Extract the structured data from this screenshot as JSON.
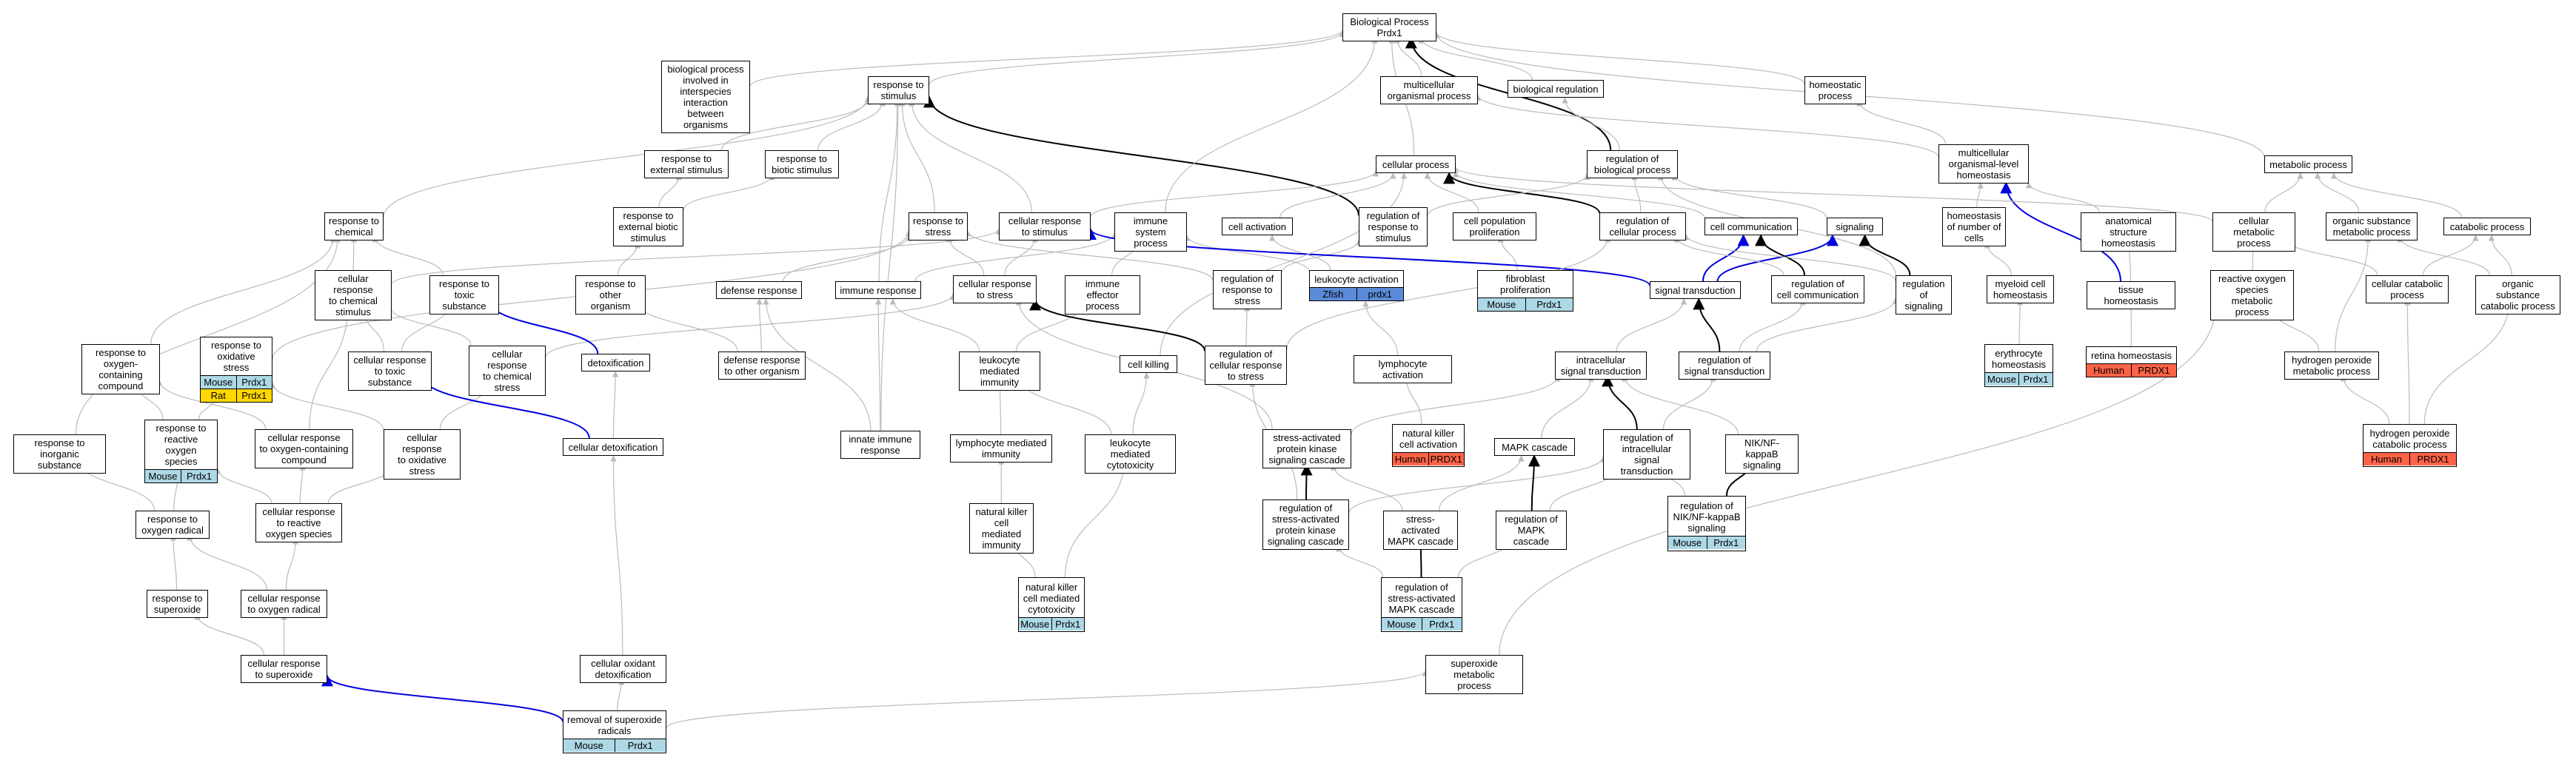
{
  "colors": {
    "edge_default": "#bbbbbb",
    "edge_black": "#000000",
    "edge_blue": "#0000dd",
    "species_mouse": "#add8e6",
    "species_rat": "#ffd700",
    "species_human": "#ff6347",
    "species_zfish": "#5b8bd8"
  },
  "nodes": [
    {
      "id": "bp",
      "label": "Biological Process\nPrdx1"
    },
    {
      "id": "interspecies",
      "label": "biological process\ninvolved in\ninterspecies\ninteraction\nbetween organisms"
    },
    {
      "id": "rstim",
      "label": "response to\nstimulus"
    },
    {
      "id": "multiorg",
      "label": "multicellular\norganismal process"
    },
    {
      "id": "bioreg",
      "label": "biological regulation"
    },
    {
      "id": "homeoproc",
      "label": "homeostatic\nprocess"
    },
    {
      "id": "rext",
      "label": "response to\nexternal stimulus"
    },
    {
      "id": "rbiotic",
      "label": "response to\nbiotic stimulus"
    },
    {
      "id": "cellproc",
      "label": "cellular process"
    },
    {
      "id": "regbp",
      "label": "regulation of\nbiological process"
    },
    {
      "id": "mlhomeo",
      "label": "multicellular\norganismal-level\nhomeostasis"
    },
    {
      "id": "metproc",
      "label": "metabolic process"
    },
    {
      "id": "rchem",
      "label": "response to\nchemical"
    },
    {
      "id": "rextbio",
      "label": "response to\nexternal biotic\nstimulus"
    },
    {
      "id": "rstress",
      "label": "response to\nstress"
    },
    {
      "id": "crstim",
      "label": "cellular response\nto stimulus"
    },
    {
      "id": "immsys",
      "label": "immune system\nprocess"
    },
    {
      "id": "cellact",
      "label": "cell activation"
    },
    {
      "id": "regrstim",
      "label": "regulation of\nresponse to\nstimulus"
    },
    {
      "id": "cellpop",
      "label": "cell population\nproliferation"
    },
    {
      "id": "regcp",
      "label": "regulation of\ncellular process"
    },
    {
      "id": "cellcomm",
      "label": "cell communication"
    },
    {
      "id": "signaling",
      "label": "signaling"
    },
    {
      "id": "homeonum",
      "label": "homeostasis\nof number of\ncells"
    },
    {
      "id": "anatomhomeo",
      "label": "anatomical structure\nhomeostasis"
    },
    {
      "id": "cellmet",
      "label": "cellular metabolic\nprocess"
    },
    {
      "id": "orgsubmet",
      "label": "organic substance\nmetabolic process"
    },
    {
      "id": "catab",
      "label": "catabolic process"
    },
    {
      "id": "crchem",
      "label": "cellular response\nto chemical\nstimulus"
    },
    {
      "id": "rtoxic",
      "label": "response to\ntoxic substance"
    },
    {
      "id": "rother",
      "label": "response to\nother organism"
    },
    {
      "id": "defresp",
      "label": "defense response"
    },
    {
      "id": "immresp",
      "label": "immune response"
    },
    {
      "id": "crstress",
      "label": "cellular response\nto stress"
    },
    {
      "id": "immeff",
      "label": "immune effector\nprocess"
    },
    {
      "id": "regrstress",
      "label": "regulation of\nresponse to\nstress"
    },
    {
      "id": "leukact",
      "label": "leukocyte activation",
      "ann": [
        {
          "t": "Zfish",
          "c": "zfish"
        },
        {
          "t": "prdx1",
          "c": "zfish"
        }
      ]
    },
    {
      "id": "fibroprolif",
      "label": "fibroblast proliferation",
      "ann": [
        {
          "t": "Mouse",
          "c": "mouse"
        },
        {
          "t": "Prdx1",
          "c": "mouse"
        }
      ]
    },
    {
      "id": "sigtrans",
      "label": "signal transduction"
    },
    {
      "id": "regcellcomm",
      "label": "regulation of\ncell communication"
    },
    {
      "id": "regsignaling",
      "label": "regulation of\nsignaling"
    },
    {
      "id": "myeloid",
      "label": "myeloid cell\nhomeostasis"
    },
    {
      "id": "tissuehomeo",
      "label": "tissue homeostasis"
    },
    {
      "id": "ros",
      "label": "reactive oxygen\nspecies metabolic\nprocess"
    },
    {
      "id": "cellcatab",
      "label": "cellular catabolic\nprocess"
    },
    {
      "id": "orgsubcatab",
      "label": "organic substance\ncatabolic process"
    },
    {
      "id": "rocc",
      "label": "response to\noxygen-containing\ncompound"
    },
    {
      "id": "roxstress",
      "label": "response to\noxidative stress",
      "ann": [
        {
          "t": "Mouse",
          "c": "mouse"
        },
        {
          "t": "Prdx1",
          "c": "mouse"
        }
      ],
      "ann2": [
        {
          "t": "Rat",
          "c": "rat"
        },
        {
          "t": "Prdx1",
          "c": "rat"
        }
      ]
    },
    {
      "id": "crtoxic",
      "label": "cellular response\nto toxic substance"
    },
    {
      "id": "crchemstress",
      "label": "cellular response\nto chemical\nstress"
    },
    {
      "id": "detox",
      "label": "detoxification"
    },
    {
      "id": "defother",
      "label": "defense response\nto other organism"
    },
    {
      "id": "leukimm",
      "label": "leukocyte mediated\nimmunity"
    },
    {
      "id": "cellkill",
      "label": "cell killing"
    },
    {
      "id": "regcrstress",
      "label": "regulation of\ncellular response\nto stress"
    },
    {
      "id": "lymphact",
      "label": "lymphocyte activation"
    },
    {
      "id": "intrasig",
      "label": "intracellular\nsignal transduction"
    },
    {
      "id": "regsigtrans",
      "label": "regulation of\nsignal transduction"
    },
    {
      "id": "erythro",
      "label": "erythrocyte\nhomeostasis",
      "ann": [
        {
          "t": "Mouse",
          "c": "mouse"
        },
        {
          "t": "Prdx1",
          "c": "mouse"
        }
      ]
    },
    {
      "id": "retina",
      "label": "retina homeostasis",
      "ann": [
        {
          "t": "Human",
          "c": "human"
        },
        {
          "t": "PRDX1",
          "c": "human"
        }
      ]
    },
    {
      "id": "h2o2met",
      "label": "hydrogen peroxide\nmetabolic process"
    },
    {
      "id": "rinorg",
      "label": "response to\ninorganic substance"
    },
    {
      "id": "rreactive",
      "label": "response to\nreactive oxygen\nspecies",
      "ann": [
        {
          "t": "Mouse",
          "c": "mouse"
        },
        {
          "t": "Prdx1",
          "c": "mouse"
        }
      ]
    },
    {
      "id": "crocc",
      "label": "cellular response\nto oxygen-containing\ncompound"
    },
    {
      "id": "croxstress",
      "label": "cellular response\nto oxidative\nstress"
    },
    {
      "id": "celldetox",
      "label": "cellular detoxification"
    },
    {
      "id": "innate",
      "label": "innate immune\nresponse"
    },
    {
      "id": "lymphimm",
      "label": "lymphocyte mediated\nimmunity"
    },
    {
      "id": "leukcyto",
      "label": "leukocyte mediated\ncytotoxicity"
    },
    {
      "id": "sapk",
      "label": "stress-activated\nprotein kinase\nsignaling cascade"
    },
    {
      "id": "nkact",
      "label": "natural killer\ncell activation",
      "ann": [
        {
          "t": "Human",
          "c": "human"
        },
        {
          "t": "PRDX1",
          "c": "human"
        }
      ]
    },
    {
      "id": "mapk",
      "label": "MAPK cascade"
    },
    {
      "id": "regintra",
      "label": "regulation of\nintracellular\nsignal transduction"
    },
    {
      "id": "nfkb",
      "label": "NIK/NF-kappaB\nsignaling"
    },
    {
      "id": "h2o2catab",
      "label": "hydrogen peroxide\ncatabolic process",
      "ann": [
        {
          "t": "Human",
          "c": "human"
        },
        {
          "t": "PRDX1",
          "c": "human"
        }
      ]
    },
    {
      "id": "roxrad",
      "label": "response to\noxygen radical"
    },
    {
      "id": "crros",
      "label": "cellular response\nto reactive\noxygen species"
    },
    {
      "id": "nkimm",
      "label": "natural killer\ncell mediated\nimmunity"
    },
    {
      "id": "regsapk",
      "label": "regulation of\nstress-activated\nprotein kinase\nsignaling cascade"
    },
    {
      "id": "samapk",
      "label": "stress-activated\nMAPK cascade"
    },
    {
      "id": "regmapk",
      "label": "regulation of\nMAPK cascade"
    },
    {
      "id": "regnfkb",
      "label": "regulation of\nNIK/NF-kappaB\nsignaling",
      "ann": [
        {
          "t": "Mouse",
          "c": "mouse"
        },
        {
          "t": "Prdx1",
          "c": "mouse"
        }
      ]
    },
    {
      "id": "rsuperox",
      "label": "response to\nsuperoxide"
    },
    {
      "id": "croxrad",
      "label": "cellular response\nto oxygen radical"
    },
    {
      "id": "nkcyto",
      "label": "natural killer\ncell mediated\ncytotoxicity",
      "ann": [
        {
          "t": "Mouse",
          "c": "mouse"
        },
        {
          "t": "Prdx1",
          "c": "mouse"
        }
      ]
    },
    {
      "id": "regsamapk",
      "label": "regulation of\nstress-activated\nMAPK cascade",
      "ann": [
        {
          "t": "Mouse",
          "c": "mouse"
        },
        {
          "t": "Prdx1",
          "c": "mouse"
        }
      ]
    },
    {
      "id": "crsuperox",
      "label": "cellular response\nto superoxide"
    },
    {
      "id": "celloxdetox",
      "label": "cellular oxidant\ndetoxification"
    },
    {
      "id": "superoxmet",
      "label": "superoxide metabolic\nprocess"
    },
    {
      "id": "removal",
      "label": "removal of superoxide\nradicals",
      "ann": [
        {
          "t": "Mouse",
          "c": "mouse"
        },
        {
          "t": "Prdx1",
          "c": "mouse"
        }
      ]
    }
  ],
  "edges": [
    [
      "interspecies",
      "bp",
      "g"
    ],
    [
      "rstim",
      "bp",
      "g"
    ],
    [
      "multiorg",
      "bp",
      "g"
    ],
    [
      "bioreg",
      "bp",
      "g"
    ],
    [
      "homeoproc",
      "bp",
      "g"
    ],
    [
      "cellproc",
      "bp",
      "g"
    ],
    [
      "metproc",
      "bp",
      "g"
    ],
    [
      "regbp",
      "bp",
      "k"
    ],
    [
      "rchem",
      "rstim",
      "g"
    ],
    [
      "rext",
      "rstim",
      "g"
    ],
    [
      "rbiotic",
      "rstim",
      "g"
    ],
    [
      "rstress",
      "rstim",
      "g"
    ],
    [
      "crstim",
      "rstim",
      "g"
    ],
    [
      "regrstim",
      "rstim",
      "k"
    ],
    [
      "innate",
      "rstim",
      "g"
    ],
    [
      "rextbio",
      "rext",
      "g"
    ],
    [
      "rextbio",
      "rbiotic",
      "g"
    ],
    [
      "regbp",
      "bioreg",
      "g"
    ],
    [
      "mlhomeo",
      "multiorg",
      "g"
    ],
    [
      "mlhomeo",
      "homeoproc",
      "g"
    ],
    [
      "immsys",
      "bp",
      "g"
    ],
    [
      "cellact",
      "cellproc",
      "g"
    ],
    [
      "crstim",
      "cellproc",
      "g"
    ],
    [
      "cellpop",
      "cellproc",
      "g"
    ],
    [
      "cellcomm",
      "cellproc",
      "g"
    ],
    [
      "regcp",
      "cellproc",
      "k"
    ],
    [
      "regcp",
      "regbp",
      "g"
    ],
    [
      "regrstim",
      "regbp",
      "g"
    ],
    [
      "signaling",
      "regbp",
      "g"
    ],
    [
      "regsignaling",
      "regbp",
      "g"
    ],
    [
      "homeonum",
      "mlhomeo",
      "g"
    ],
    [
      "anatomhomeo",
      "mlhomeo",
      "g"
    ],
    [
      "tissuehomeo",
      "mlhomeo",
      "b"
    ],
    [
      "cellmet",
      "metproc",
      "g"
    ],
    [
      "orgsubmet",
      "metproc",
      "g"
    ],
    [
      "catab",
      "metproc",
      "g"
    ],
    [
      "cellmet",
      "cellproc",
      "g"
    ],
    [
      "crchem",
      "rchem",
      "g"
    ],
    [
      "crchem",
      "crstim",
      "g"
    ],
    [
      "rtoxic",
      "rchem",
      "g"
    ],
    [
      "rocc",
      "rchem",
      "g"
    ],
    [
      "roxstress",
      "rstress",
      "g"
    ],
    [
      "rother",
      "rextbio",
      "g"
    ],
    [
      "defresp",
      "rstress",
      "g"
    ],
    [
      "immresp",
      "immsys",
      "g"
    ],
    [
      "immresp",
      "rstim",
      "g"
    ],
    [
      "crstress",
      "rstress",
      "g"
    ],
    [
      "crstress",
      "crstim",
      "g"
    ],
    [
      "immeff",
      "immsys",
      "g"
    ],
    [
      "regrstress",
      "rstress",
      "g"
    ],
    [
      "regrstress",
      "regrstim",
      "g"
    ],
    [
      "leukact",
      "cellact",
      "g"
    ],
    [
      "leukact",
      "immsys",
      "g"
    ],
    [
      "fibroprolif",
      "cellpop",
      "g"
    ],
    [
      "sigtrans",
      "crstim",
      "b"
    ],
    [
      "sigtrans",
      "cellcomm",
      "b"
    ],
    [
      "sigtrans",
      "signaling",
      "b"
    ],
    [
      "regcellcomm",
      "cellcomm",
      "k"
    ],
    [
      "regcellcomm",
      "regcp",
      "g"
    ],
    [
      "regsignaling",
      "signaling",
      "k"
    ],
    [
      "regsignaling",
      "regcp",
      "g"
    ],
    [
      "myeloid",
      "homeonum",
      "g"
    ],
    [
      "erythro",
      "myeloid",
      "g"
    ],
    [
      "tissuehomeo",
      "anatomhomeo",
      "g"
    ],
    [
      "ros",
      "cellmet",
      "g"
    ],
    [
      "cellcatab",
      "cellmet",
      "g"
    ],
    [
      "cellcatab",
      "catab",
      "g"
    ],
    [
      "orgsubcatab",
      "catab",
      "g"
    ],
    [
      "orgsubcatab",
      "orgsubmet",
      "g"
    ],
    [
      "crtoxic",
      "rtoxic",
      "g"
    ],
    [
      "crtoxic",
      "crchem",
      "g"
    ],
    [
      "crchemstress",
      "crchem",
      "g"
    ],
    [
      "crchemstress",
      "crstress",
      "g"
    ],
    [
      "detox",
      "rtoxic",
      "b"
    ],
    [
      "defother",
      "rother",
      "g"
    ],
    [
      "defother",
      "defresp",
      "g"
    ],
    [
      "innate",
      "defresp",
      "g"
    ],
    [
      "innate",
      "immresp",
      "g"
    ],
    [
      "leukimm",
      "immeff",
      "g"
    ],
    [
      "leukimm",
      "immresp",
      "g"
    ],
    [
      "cellkill",
      "cellproc",
      "g"
    ],
    [
      "regcrstress",
      "crstress",
      "k"
    ],
    [
      "regcrstress",
      "regrstress",
      "g"
    ],
    [
      "regcrstress",
      "regcp",
      "g"
    ],
    [
      "lymphact",
      "leukact",
      "g"
    ],
    [
      "intrasig",
      "sigtrans",
      "g"
    ],
    [
      "regsigtrans",
      "sigtrans",
      "k"
    ],
    [
      "regsigtrans",
      "regcellcomm",
      "g"
    ],
    [
      "regsigtrans",
      "regsignaling",
      "g"
    ],
    [
      "retina",
      "tissuehomeo",
      "g"
    ],
    [
      "h2o2met",
      "ros",
      "g"
    ],
    [
      "h2o2met",
      "orgsubmet",
      "g"
    ],
    [
      "rinorg",
      "rchem",
      "g"
    ],
    [
      "rreactive",
      "rocc",
      "g"
    ],
    [
      "rreactive",
      "roxstress",
      "g"
    ],
    [
      "crocc",
      "rocc",
      "g"
    ],
    [
      "crocc",
      "crchem",
      "g"
    ],
    [
      "croxstress",
      "roxstress",
      "g"
    ],
    [
      "croxstress",
      "crchemstress",
      "g"
    ],
    [
      "celldetox",
      "detox",
      "g"
    ],
    [
      "celldetox",
      "crtoxic",
      "b"
    ],
    [
      "lymphimm",
      "leukimm",
      "g"
    ],
    [
      "leukcyto",
      "leukimm",
      "g"
    ],
    [
      "leukcyto",
      "cellkill",
      "g"
    ],
    [
      "sapk",
      "intrasig",
      "g"
    ],
    [
      "sapk",
      "crstress",
      "g"
    ],
    [
      "nkact",
      "lymphact",
      "g"
    ],
    [
      "mapk",
      "intrasig",
      "g"
    ],
    [
      "regintra",
      "intrasig",
      "k"
    ],
    [
      "regintra",
      "regsigtrans",
      "g"
    ],
    [
      "nfkb",
      "intrasig",
      "g"
    ],
    [
      "h2o2catab",
      "h2o2met",
      "g"
    ],
    [
      "h2o2catab",
      "cellcatab",
      "g"
    ],
    [
      "h2o2catab",
      "orgsubcatab",
      "g"
    ],
    [
      "roxrad",
      "rreactive",
      "g"
    ],
    [
      "roxrad",
      "rinorg",
      "g"
    ],
    [
      "crros",
      "rreactive",
      "g"
    ],
    [
      "crros",
      "crocc",
      "g"
    ],
    [
      "crros",
      "croxstress",
      "g"
    ],
    [
      "nkimm",
      "lymphimm",
      "g"
    ],
    [
      "regsapk",
      "sapk",
      "k"
    ],
    [
      "regsapk",
      "regintra",
      "g"
    ],
    [
      "regsapk",
      "regcrstress",
      "g"
    ],
    [
      "samapk",
      "sapk",
      "g"
    ],
    [
      "samapk",
      "mapk",
      "g"
    ],
    [
      "regmapk",
      "mapk",
      "k"
    ],
    [
      "regmapk",
      "regintra",
      "g"
    ],
    [
      "regnfkb",
      "nfkb",
      "k"
    ],
    [
      "regnfkb",
      "regintra",
      "g"
    ],
    [
      "rsuperox",
      "roxrad",
      "g"
    ],
    [
      "croxrad",
      "roxrad",
      "g"
    ],
    [
      "croxrad",
      "crros",
      "g"
    ],
    [
      "nkcyto",
      "leukcyto",
      "g"
    ],
    [
      "nkcyto",
      "nkimm",
      "g"
    ],
    [
      "regsamapk",
      "samapk",
      "k"
    ],
    [
      "regsamapk",
      "regsapk",
      "g"
    ],
    [
      "regsamapk",
      "regmapk",
      "g"
    ],
    [
      "crsuperox",
      "rsuperox",
      "g"
    ],
    [
      "crsuperox",
      "croxrad",
      "g"
    ],
    [
      "celloxdetox",
      "celldetox",
      "g"
    ],
    [
      "superoxmet",
      "ros",
      "g"
    ],
    [
      "removal",
      "crsuperox",
      "b"
    ],
    [
      "removal",
      "celloxdetox",
      "g"
    ],
    [
      "removal",
      "superoxmet",
      "g"
    ]
  ]
}
